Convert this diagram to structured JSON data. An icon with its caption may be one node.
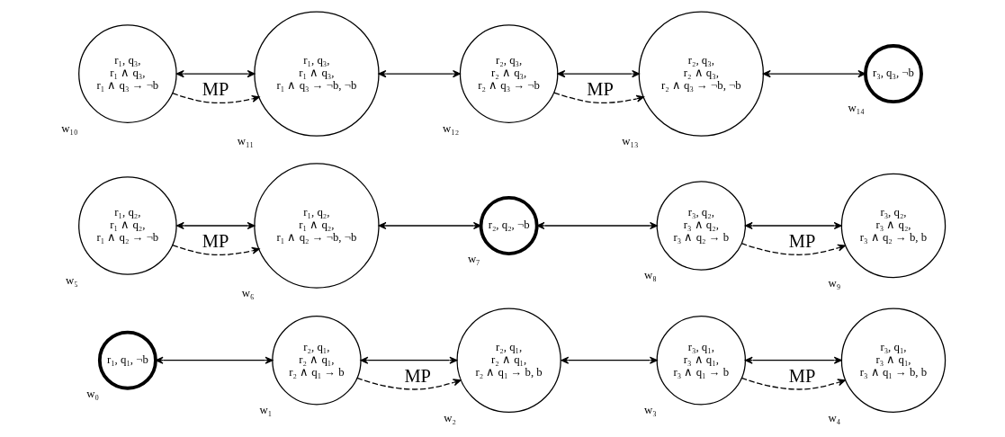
{
  "diagram": {
    "nodes": [
      {
        "text": [
          "r₁, q₁, ¬b"
        ],
        "beside": [
          "w₀"
        ]
      },
      {
        "text": [
          "r₂, q₁, r₂ ∧ q₁, r₂ ∧ q₁ → b"
        ],
        "beside": [
          "w₁"
        ]
      },
      {
        "text": [
          "r₂, q₁, r₂ ∧ q₁, r₂ ∧ q₁ → b, b"
        ],
        "beside": [
          "w₂"
        ]
      },
      {
        "text": [
          "r₃, q₁, r₃ ∧ q₁, r₃ ∧ q₁ → b"
        ],
        "beside": [
          "w₃"
        ]
      },
      {
        "text": [
          "r₃, q₁, r₃ ∧ q₁, r₃ ∧ q₁ → b, b"
        ],
        "beside": [
          "w₄"
        ]
      },
      {
        "text": [
          "r₁, q₂, r₁ ∧ q₂, r₁ ∧ q₂ → ¬b"
        ],
        "beside": [
          "w₅"
        ]
      },
      {
        "text": [
          "r₁, q₂, r₁ ∧ q₂, r₁ ∧ q₂ → ¬b, ¬b"
        ],
        "beside": [
          "w₆"
        ]
      },
      {
        "text": [
          "r₂, q₂, ¬b"
        ],
        "beside": [
          "w₇"
        ]
      },
      {
        "text": [
          "r₃, q₂, r₃ ∧ q₂, r₃ ∧ q₂ → b"
        ],
        "beside": [
          "w₈"
        ]
      },
      {
        "text": [
          "r₃, q₂, r₃ ∧ q₂, r₃ ∧ q₂ → b, b"
        ],
        "beside": [
          "w₉"
        ]
      },
      {
        "text": [
          "r₁, q₃, r₁ ∧ q₃, r₁ ∧ q₃ → ¬b"
        ],
        "beside": [
          "w₁₀"
        ]
      },
      {
        "text": [
          "r₁, q₃, r₁ ∧ q₃, r₁ ∧ q₃ → ¬b, ¬b"
        ],
        "beside": [
          "w₁₁"
        ]
      },
      {
        "text": [
          "r₂, q₃, r₂ ∧ q₃, r₂ ∧ q₃ → ¬b"
        ],
        "beside": [
          "w₁₂"
        ]
      },
      {
        "text": [
          "r₂, q₃, r₂ ∧ q₃, r₂ ∧ q₃ → ¬b, ¬b"
        ],
        "beside": [
          "w₁₃"
        ]
      },
      {
        "text": [
          "r₃, q₃, ¬b"
        ],
        "beside": [
          "w₁₄"
        ]
      }
    ],
    "edges": [
      {
        "from": 0,
        "to": 1,
        "arrow": "both"
      },
      {
        "from": 1,
        "to": 2,
        "arrow": "both"
      },
      {
        "from": 1,
        "to": 2,
        "arrow": "to",
        "label": "MP",
        "style": "dashed"
      },
      {
        "from": 2,
        "to": 3,
        "arrow": "both"
      },
      {
        "from": 3,
        "to": 4,
        "arrow": "both"
      },
      {
        "from": 3,
        "to": 4,
        "arrow": "to",
        "label": "MP",
        "style": "dashed"
      },
      {
        "from": 5,
        "to": 6,
        "arrow": "both"
      },
      {
        "from": 5,
        "to": 6,
        "arrow": "to",
        "label": "MP",
        "style": "dashed"
      },
      {
        "from": 6,
        "to": 7,
        "arrow": "both"
      },
      {
        "from": 7,
        "to": 8,
        "arrow": "both"
      },
      {
        "from": 8,
        "to": 9,
        "arrow": "both"
      },
      {
        "from": 8,
        "to": 9,
        "arrow": "to",
        "label": "MP",
        "style": "dashed"
      },
      {
        "from": 10,
        "to": 11,
        "arrow": "both"
      },
      {
        "from": 10,
        "to": 11,
        "arrow": "to",
        "label": "MP",
        "style": "dashed"
      },
      {
        "from": 11,
        "to": 12,
        "arrow": "both"
      },
      {
        "from": 12,
        "to": 13,
        "arrow": "both"
      },
      {
        "from": 12,
        "to": 13,
        "arrow": "to",
        "label": "MP",
        "style": "dashed"
      },
      {
        "from": 13,
        "to": 14,
        "arrow": "both"
      }
    ]
  }
}
